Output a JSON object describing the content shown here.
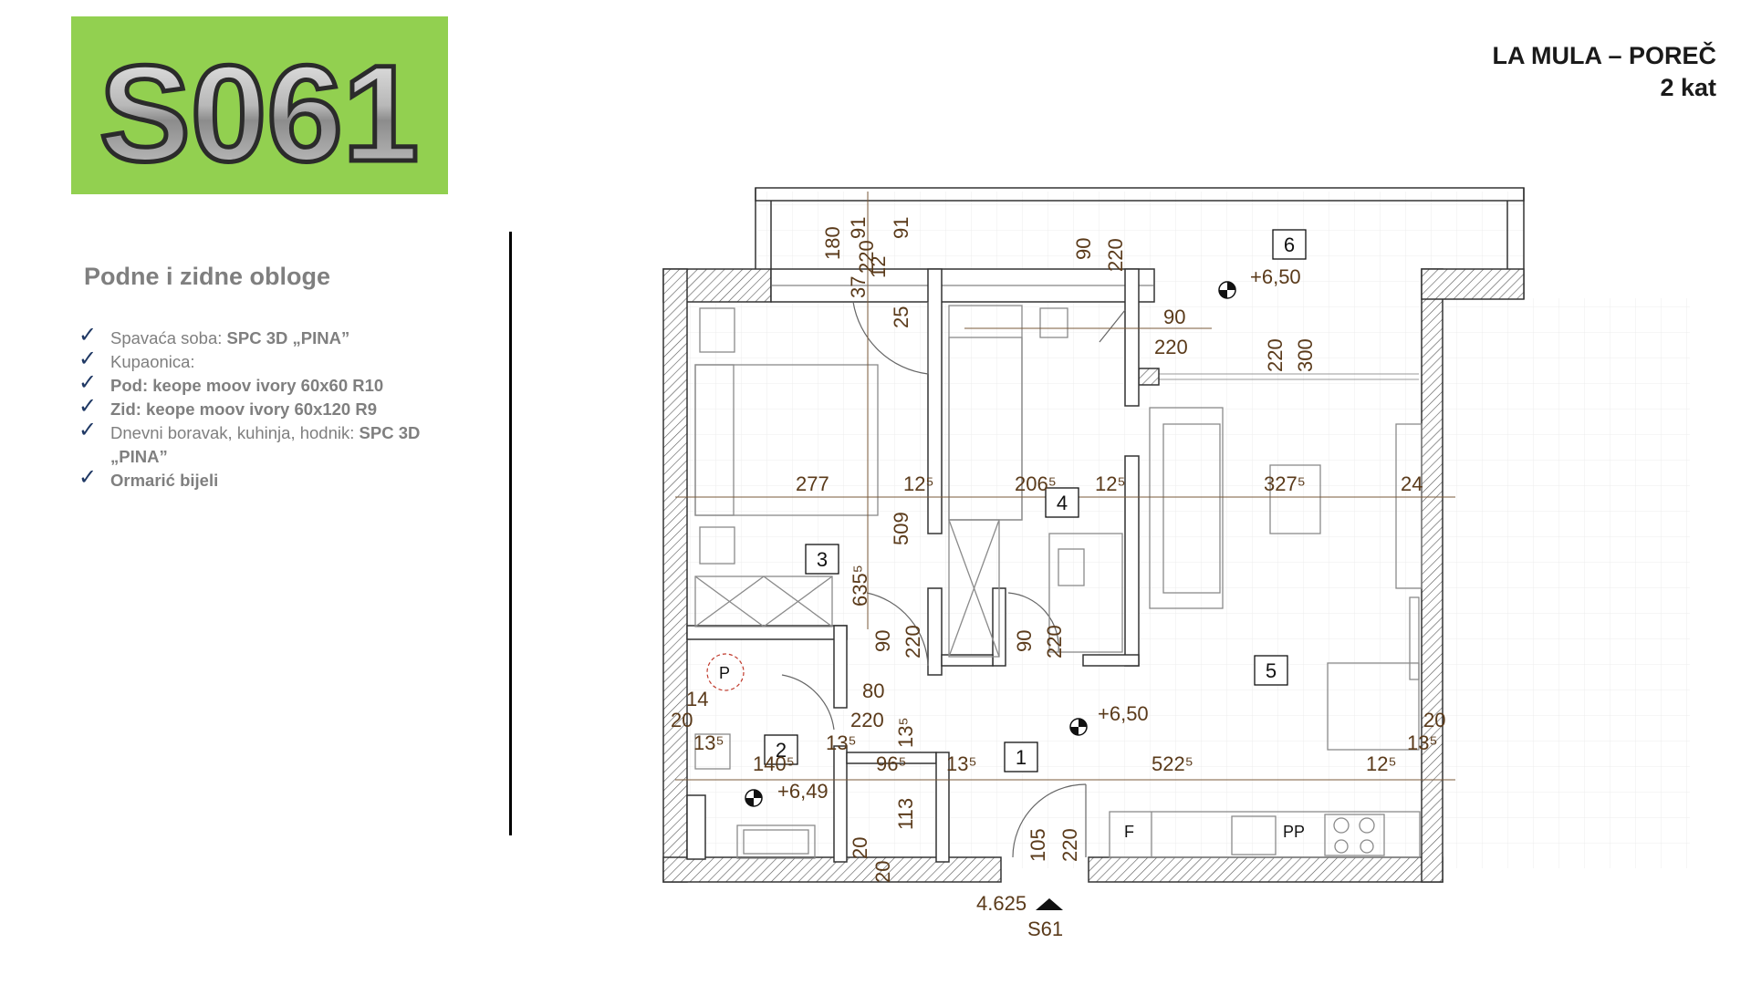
{
  "header": {
    "unit_code": "S061",
    "project": "LA MULA – POREČ",
    "floor": "2 kat",
    "brand_color": "#92d050"
  },
  "finishes": {
    "title": "Podne i zidne obloge",
    "items": [
      {
        "label": "Spavaća soba: ",
        "value": "SPC 3D „PINA”"
      },
      {
        "label": "Kupaonica:",
        "value": ""
      },
      {
        "label": "",
        "value": "Pod: keope moov ivory 60x60 R10"
      },
      {
        "label": "",
        "value": "Zid: keope moov ivory 60x120 R9"
      },
      {
        "label": "Dnevni boravak, kuhinja, hodnik: ",
        "value": "SPC 3D „PINA”"
      },
      {
        "label": "",
        "value": "Ormarić bijeli"
      }
    ]
  },
  "plan": {
    "rooms": {
      "r1": "1",
      "r2": "2",
      "r3": "3",
      "r4": "4",
      "r5": "5",
      "r6": "6"
    },
    "elevations": {
      "terrace": "+6,50",
      "hall": "+6,50",
      "bath": "+6,49"
    },
    "labels": {
      "shaft": "P",
      "fridge": "F",
      "dishwasher": "PP"
    },
    "entrance": {
      "level": "4.625",
      "code": "S61"
    },
    "dims": {
      "d180": "180",
      "d220a": "220",
      "d91a": "91",
      "d37": "37",
      "d12": "12",
      "d91b": "91",
      "d25": "25",
      "d90a": "90",
      "d220b": "220",
      "d90b": "90",
      "d220c": "220",
      "d220d": "220",
      "d300": "300",
      "d277": "277",
      "d125a": "12⁵",
      "d2065": "206⁵",
      "d125b": "12⁵",
      "d3275": "327⁵",
      "d24": "24",
      "d509": "509",
      "d6355": "635⁵",
      "d90c": "90",
      "d220e": "220",
      "d90d": "90",
      "d220f": "220",
      "d80": "80",
      "d220g": "220",
      "d135a": "13⁵",
      "d14": "14",
      "d20a": "20",
      "d135b": "13⁵",
      "d1405": "140⁵",
      "d135c": "13⁵",
      "d965": "96⁵",
      "d135d": "13⁵",
      "d5225": "522⁵",
      "d125c": "12⁵",
      "d135e": "13⁵",
      "d20b": "20",
      "d113": "113",
      "d20c": "20",
      "d20d": "20",
      "d105": "105",
      "d220h": "220"
    }
  }
}
